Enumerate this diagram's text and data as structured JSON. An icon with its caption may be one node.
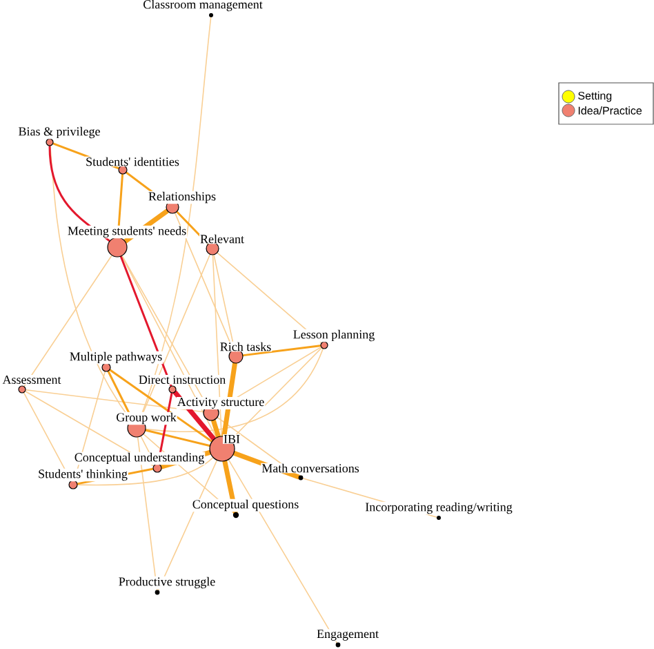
{
  "diagram": {
    "nodes": [
      {
        "text": [
          "Classroom management"
        ]
      },
      {
        "text": [
          "Bias & privilege"
        ]
      },
      {
        "text": [
          "Students' identities"
        ]
      },
      {
        "text": [
          "Relationships"
        ]
      },
      {
        "text": [
          "Meeting students' needs"
        ]
      },
      {
        "text": [
          "Relevant"
        ]
      },
      {
        "text": [
          "Rich tasks"
        ]
      },
      {
        "text": [
          "Lesson planning"
        ]
      },
      {
        "text": [
          "Multiple pathways"
        ]
      },
      {
        "text": [
          "Assessment"
        ]
      },
      {
        "text": [
          "Direct instruction"
        ]
      },
      {
        "text": [
          "Activity structure"
        ]
      },
      {
        "text": [
          "Group work"
        ]
      },
      {
        "text": [
          "IBI"
        ]
      },
      {
        "text": [
          "Conceptual understanding"
        ]
      },
      {
        "text": [
          "Math conversations"
        ]
      },
      {
        "text": [
          "Students' thinking"
        ]
      },
      {
        "text": [
          "Conceptual questions"
        ]
      },
      {
        "text": [
          "Incorporating reading/writing"
        ]
      },
      {
        "text": [
          "Productive struggle"
        ]
      },
      {
        "text": [
          "Engagement"
        ]
      }
    ],
    "edges": [
      {
        "from": 0,
        "to": 12,
        "arrow": "none"
      },
      {
        "from": 1,
        "to": 12,
        "arrow": "none"
      },
      {
        "from": 4,
        "to": 13,
        "arrow": "none"
      },
      {
        "from": 4,
        "to": 9,
        "arrow": "none"
      },
      {
        "from": 4,
        "to": 11,
        "arrow": "none"
      },
      {
        "from": 3,
        "to": 6,
        "arrow": "none"
      },
      {
        "from": 5,
        "to": 6,
        "arrow": "none"
      },
      {
        "from": 5,
        "to": 13,
        "arrow": "none"
      },
      {
        "from": 5,
        "to": 7,
        "arrow": "none"
      },
      {
        "from": 5,
        "to": 12,
        "arrow": "none"
      },
      {
        "from": 7,
        "to": 13,
        "arrow": "none"
      },
      {
        "from": 7,
        "to": 11,
        "arrow": "none"
      },
      {
        "from": 7,
        "to": 12,
        "arrow": "none"
      },
      {
        "from": 8,
        "to": 16,
        "arrow": "none"
      },
      {
        "from": 9,
        "to": 16,
        "arrow": "none"
      },
      {
        "from": 9,
        "to": 11,
        "arrow": "none"
      },
      {
        "from": 9,
        "to": 14,
        "arrow": "none"
      },
      {
        "from": 12,
        "to": 14,
        "arrow": "none"
      },
      {
        "from": 12,
        "to": 17,
        "arrow": "none"
      },
      {
        "from": 12,
        "to": 19,
        "arrow": "none"
      },
      {
        "from": 13,
        "to": 20,
        "arrow": "none"
      },
      {
        "from": 13,
        "to": 19,
        "arrow": "none"
      },
      {
        "from": 16,
        "to": 13,
        "arrow": "none"
      },
      {
        "from": 15,
        "to": 18,
        "arrow": "none"
      },
      {
        "from": 11,
        "to": 15,
        "arrow": "none"
      },
      {
        "from": 1,
        "to": 2,
        "arrow": "none",
        "color": "#f7a21b"
      },
      {
        "from": 2,
        "to": 4,
        "arrow": "none",
        "color": "#f7a21b"
      },
      {
        "from": 2,
        "to": 3,
        "arrow": "none",
        "color": "#f7a21b"
      },
      {
        "from": 3,
        "to": 5,
        "arrow": "none",
        "color": "#f7a21b"
      },
      {
        "from": 6,
        "to": 7,
        "arrow": "none",
        "color": "#f7a21b"
      },
      {
        "from": 8,
        "to": 12,
        "arrow": "none",
        "color": "#f7a21b"
      },
      {
        "from": 8,
        "to": 13,
        "arrow": "none",
        "color": "#f7a21b"
      },
      {
        "from": 12,
        "to": 13,
        "arrow": "none",
        "color": "#f7a21b"
      },
      {
        "from": 16,
        "to": 14,
        "arrow": "none",
        "color": "#f7a21b"
      },
      {
        "from": 3,
        "to": 4,
        "arrow": "none",
        "style": "thick",
        "color": "#f7a21b"
      },
      {
        "from": 6,
        "to": 13,
        "arrow": "none",
        "style": "thick",
        "color": "#f7a21b"
      },
      {
        "from": 11,
        "to": 13,
        "arrow": "none",
        "style": "thick",
        "color": "#f7a21b"
      },
      {
        "from": 13,
        "to": 14,
        "arrow": "none",
        "style": "thick",
        "color": "#f7a21b"
      },
      {
        "from": 13,
        "to": 15,
        "arrow": "none",
        "style": "thick",
        "color": "#f7a21b"
      },
      {
        "from": 13,
        "to": 17,
        "arrow": "none",
        "style": "thick",
        "color": "#f7a21b"
      },
      {
        "from": 1,
        "to": 4,
        "arrow": "none",
        "color": "#e3182d"
      },
      {
        "from": 4,
        "to": 10,
        "arrow": "none",
        "color": "#e3182d"
      },
      {
        "from": 10,
        "to": 14,
        "arrow": "none",
        "color": "#e3182d"
      },
      {
        "from": 10,
        "to": 13,
        "arrow": "none",
        "style": "thick",
        "color": "#e3182d"
      }
    ],
    "legend": [
      {
        "text": "Setting",
        "color": "#ffff00"
      },
      {
        "text": "Idea/Practice",
        "color": "#f08070"
      }
    ]
  }
}
